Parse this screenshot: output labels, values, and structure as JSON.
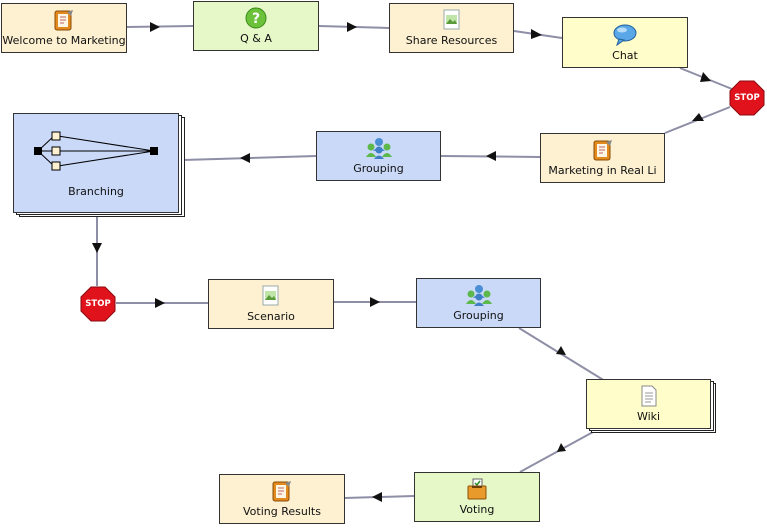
{
  "nodes": {
    "welcome": {
      "label": "Welcome to Marketing",
      "icon": "notebook-icon"
    },
    "qa": {
      "label": "Q & A",
      "icon": "question-icon"
    },
    "share": {
      "label": "Share Resources",
      "icon": "image-doc-icon"
    },
    "chat": {
      "label": "Chat",
      "icon": "speech-bubble-icon"
    },
    "real_life": {
      "label": "Marketing in Real Li",
      "icon": "notebook-icon"
    },
    "grouping1": {
      "label": "Grouping",
      "icon": "people-group-icon"
    },
    "branching": {
      "label": "Branching",
      "icon": "branch-icon"
    },
    "scenario": {
      "label": "Scenario",
      "icon": "image-doc-icon"
    },
    "grouping2": {
      "label": "Grouping",
      "icon": "people-group-icon"
    },
    "wiki": {
      "label": "Wiki",
      "icon": "document-icon"
    },
    "voting": {
      "label": "Voting",
      "icon": "ballot-box-icon"
    },
    "voting_results": {
      "label": "Voting Results",
      "icon": "notebook-icon"
    }
  },
  "stops": {
    "stop1": {
      "label": "STOP"
    },
    "stop2": {
      "label": "STOP"
    }
  },
  "colors": {
    "activity_tan": "#fdf1d2",
    "activity_green": "#e6f7c8",
    "activity_yellow": "#fffdc9",
    "activity_blue": "#cad9f8",
    "connector": "#8e8ea6",
    "stop_red": "#e0121b"
  }
}
